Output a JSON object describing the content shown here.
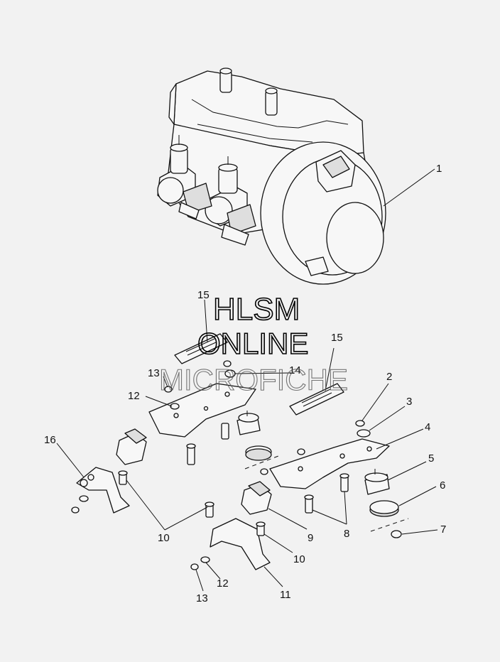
{
  "watermark": {
    "line1": "HLSM",
    "line2": "ONLINE",
    "line3": "MICROFICHE"
  },
  "callouts": [
    {
      "id": "c1",
      "label": "1"
    },
    {
      "id": "c2",
      "label": "2"
    },
    {
      "id": "c3",
      "label": "3"
    },
    {
      "id": "c4",
      "label": "4"
    },
    {
      "id": "c5",
      "label": "5"
    },
    {
      "id": "c6",
      "label": "6"
    },
    {
      "id": "c7",
      "label": "7"
    },
    {
      "id": "c8",
      "label": "8"
    },
    {
      "id": "c9",
      "label": "9"
    },
    {
      "id": "c10a",
      "label": "10"
    },
    {
      "id": "c10b",
      "label": "10"
    },
    {
      "id": "c11",
      "label": "11"
    },
    {
      "id": "c12a",
      "label": "12"
    },
    {
      "id": "c12b",
      "label": "12"
    },
    {
      "id": "c13a",
      "label": "13"
    },
    {
      "id": "c13b",
      "label": "13"
    },
    {
      "id": "c14",
      "label": "14"
    },
    {
      "id": "c15a",
      "label": "15"
    },
    {
      "id": "c15b",
      "label": "15"
    },
    {
      "id": "c16",
      "label": "16"
    }
  ],
  "colors": {
    "background": "#f2f2f2",
    "ink": "#111111",
    "part_fill": "#f7f7f7"
  }
}
